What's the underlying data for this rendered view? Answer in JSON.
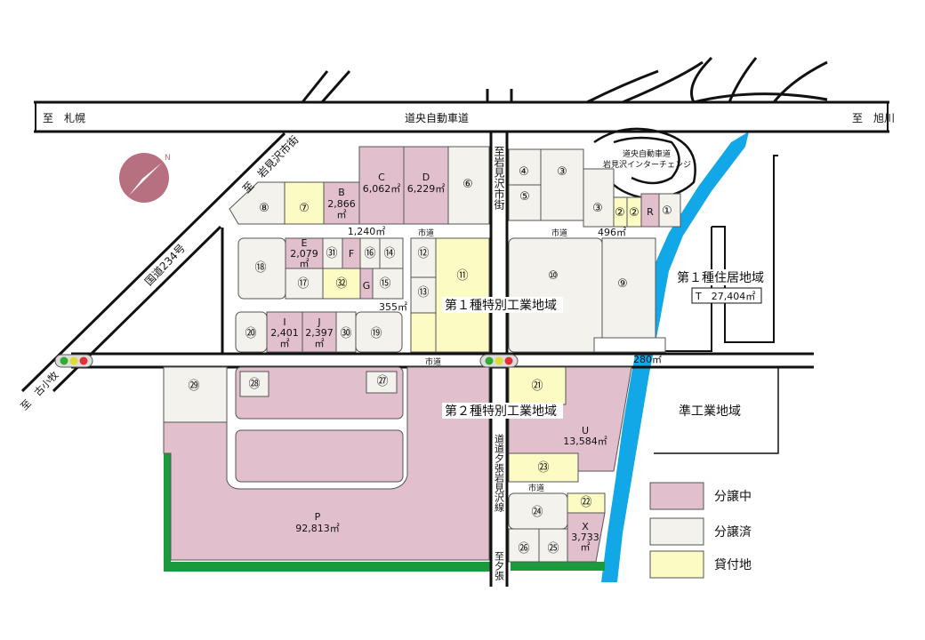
{
  "roads": {
    "expressway": "道央自動車道",
    "to_sapporo": "至　札幌",
    "to_asahikawa": "至　旭川",
    "interchange_1": "道央自動車道",
    "interchange_2": "岩見沢インターチェンジ",
    "to_iwamizawa_v": "至岩見沢市街",
    "to_iwamizawa_d": "至　岩見沢市街",
    "route234": "国道234号",
    "to_furukomaki": "至　古小牧",
    "route_yubari": "道道夕張岩見沢線",
    "to_yubari": "至夕張",
    "city_road_1": "市道",
    "city_road_2": "市道",
    "city_road_3": "市道",
    "city_road_4": "市道"
  },
  "zones": {
    "zone1": "第１種特別工業地域",
    "zone2": "第２種特別工業地域",
    "zone3": "第１種住居地域",
    "zone3_area": "T　27,404㎡",
    "zone4": "準工業地域"
  },
  "lots": {
    "B_name": "B",
    "B_area1": "2,866",
    "B_area2": "㎡",
    "C_name": "C",
    "C_area": "6,062㎡",
    "D_name": "D",
    "D_area": "6,229㎡",
    "E_name": "E",
    "E_area1": "2,079",
    "E_area2": "㎡",
    "F_name": "F",
    "F_area": "1,240㎡",
    "G_name": "G",
    "G_area": "355㎡",
    "I_name": "I",
    "I_area1": "2,401",
    "I_area2": "㎡",
    "J_name": "J",
    "J_area1": "2,397",
    "J_area2": "㎡",
    "P_name": "P",
    "P_area": "92,813㎡",
    "R_name": "R",
    "R_area": "496㎡",
    "S_area": "280㎡",
    "U_name": "U",
    "U_area": "13,584㎡",
    "X_name": "X",
    "X_area1": "3,733",
    "X_area2": "㎡"
  },
  "numbers": {
    "n1": "①",
    "n2a": "②",
    "n2b": "②",
    "n3a": "③",
    "n3b": "③",
    "n4": "④",
    "n5": "⑤",
    "n6": "⑥",
    "n7": "⑦",
    "n8": "⑧",
    "n9": "⑨",
    "n10": "⑩",
    "n11": "⑪",
    "n12": "⑫",
    "n13": "⑬",
    "n14": "⑭",
    "n15": "⑮",
    "n16": "⑯",
    "n17": "⑰",
    "n18": "⑱",
    "n19": "⑲",
    "n20": "⑳",
    "n21": "㉑",
    "n22": "㉒",
    "n23": "㉓",
    "n24": "㉔",
    "n25": "㉕",
    "n26": "㉖",
    "n27": "㉗",
    "n28": "㉘",
    "n29": "㉙",
    "n30": "㉚",
    "n31": "㉛",
    "n32": "㉜"
  },
  "legend": {
    "for_sale": "分譲中",
    "sold": "分譲済",
    "leased": "貸付地",
    "for_sale_color": "#e2bfcd",
    "sold_color": "#f4f2ec",
    "leased_color": "#fbfbc3"
  },
  "compass": {
    "label": "N",
    "color": "#b7707f"
  },
  "river_color": "#12a8e8",
  "green_belt_color": "#1a9a3c"
}
